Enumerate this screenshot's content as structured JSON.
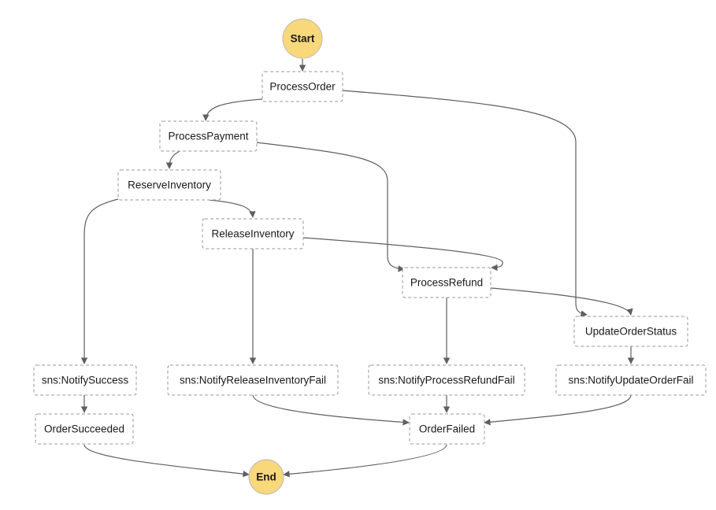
{
  "diagram": {
    "nodes": {
      "start": {
        "label": "Start",
        "kind": "terminal"
      },
      "process_order": {
        "label": "ProcessOrder",
        "kind": "task"
      },
      "process_payment": {
        "label": "ProcessPayment",
        "kind": "task"
      },
      "reserve_inventory": {
        "label": "ReserveInventory",
        "kind": "task"
      },
      "release_inventory": {
        "label": "ReleaseInventory",
        "kind": "task"
      },
      "process_refund": {
        "label": "ProcessRefund",
        "kind": "task"
      },
      "update_order_status": {
        "label": "UpdateOrderStatus",
        "kind": "task"
      },
      "notify_success": {
        "label": "sns:NotifySuccess",
        "kind": "task"
      },
      "notify_release_inventory_fail": {
        "label": "sns:NotifyReleaseInventoryFail",
        "kind": "task"
      },
      "notify_process_refund_fail": {
        "label": "sns:NotifyProcessRefundFail",
        "kind": "task"
      },
      "notify_update_order_fail": {
        "label": "sns:NotifyUpdateOrderFail",
        "kind": "task"
      },
      "order_succeeded": {
        "label": "OrderSucceeded",
        "kind": "task"
      },
      "order_failed": {
        "label": "OrderFailed",
        "kind": "task"
      },
      "end": {
        "label": "End",
        "kind": "terminal"
      }
    },
    "edges": [
      {
        "from": "start",
        "to": "process_order"
      },
      {
        "from": "process_order",
        "to": "process_payment"
      },
      {
        "from": "process_order",
        "to": "update_order_status"
      },
      {
        "from": "process_payment",
        "to": "reserve_inventory"
      },
      {
        "from": "process_payment",
        "to": "process_refund"
      },
      {
        "from": "reserve_inventory",
        "to": "release_inventory"
      },
      {
        "from": "reserve_inventory",
        "to": "notify_success"
      },
      {
        "from": "release_inventory",
        "to": "process_refund"
      },
      {
        "from": "release_inventory",
        "to": "notify_release_inventory_fail"
      },
      {
        "from": "process_refund",
        "to": "update_order_status"
      },
      {
        "from": "process_refund",
        "to": "notify_process_refund_fail"
      },
      {
        "from": "update_order_status",
        "to": "notify_update_order_fail"
      },
      {
        "from": "notify_success",
        "to": "order_succeeded"
      },
      {
        "from": "notify_release_inventory_fail",
        "to": "order_failed"
      },
      {
        "from": "notify_process_refund_fail",
        "to": "order_failed"
      },
      {
        "from": "notify_update_order_fail",
        "to": "order_failed"
      },
      {
        "from": "order_succeeded",
        "to": "end"
      },
      {
        "from": "order_failed",
        "to": "end"
      }
    ]
  },
  "colors": {
    "terminal_fill": "#f9d77b",
    "box_border": "#9a9a9a",
    "edge": "#5f5f5f"
  }
}
